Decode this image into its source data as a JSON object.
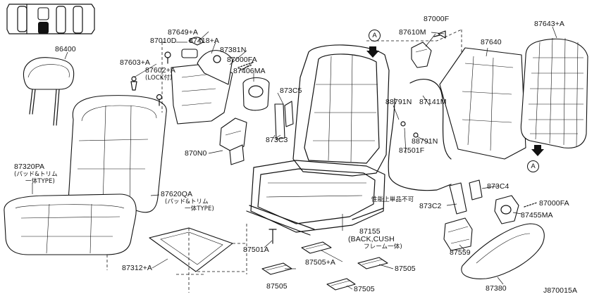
{
  "labels": {
    "p86400": "86400",
    "p87649": "87649+A",
    "p87010D": "87010D",
    "p87418": "87418+A",
    "p87381N": "87381N",
    "p87603": "87603+A",
    "p87602": "87602+A",
    "lock_note": "(LOCK付)",
    "p87000FA_top": "87000FA",
    "p87406MA": "87406MA",
    "p873C5": "873C5",
    "p873C3": "873C3",
    "p870N0": "870N0",
    "p87320PA": "87320PA",
    "pad_trim_note": "(パッド&トリム",
    "one_piece_type": "一体TYPE)",
    "p87620QA": "87620QA",
    "pad_trim_note2": "(パッド&トリム",
    "one_piece_type2": "一体TYPE)",
    "p87312": "87312+A",
    "p87501A": "87501A",
    "p87505A": "87505+A",
    "p87505": "87505",
    "perf_note": "性能上単品不可",
    "p87155": "87155",
    "back_cush": "(BACK,CUSH",
    "frame_one_piece": "フレーム一体)",
    "marker_a": "A",
    "p87000F": "87000F",
    "p87610M": "87610M",
    "p87640": "87640",
    "p87643": "87643+A",
    "p88791N": "88791N",
    "p87141M": "87141M",
    "p87501F": "87501F",
    "p873C4": "873C4",
    "p87000FA_right": "87000FA",
    "p873C2": "873C2",
    "p87455MA": "87455MA",
    "p87559": "87559",
    "p87380": "87380",
    "drawing_code": "J870015A"
  }
}
